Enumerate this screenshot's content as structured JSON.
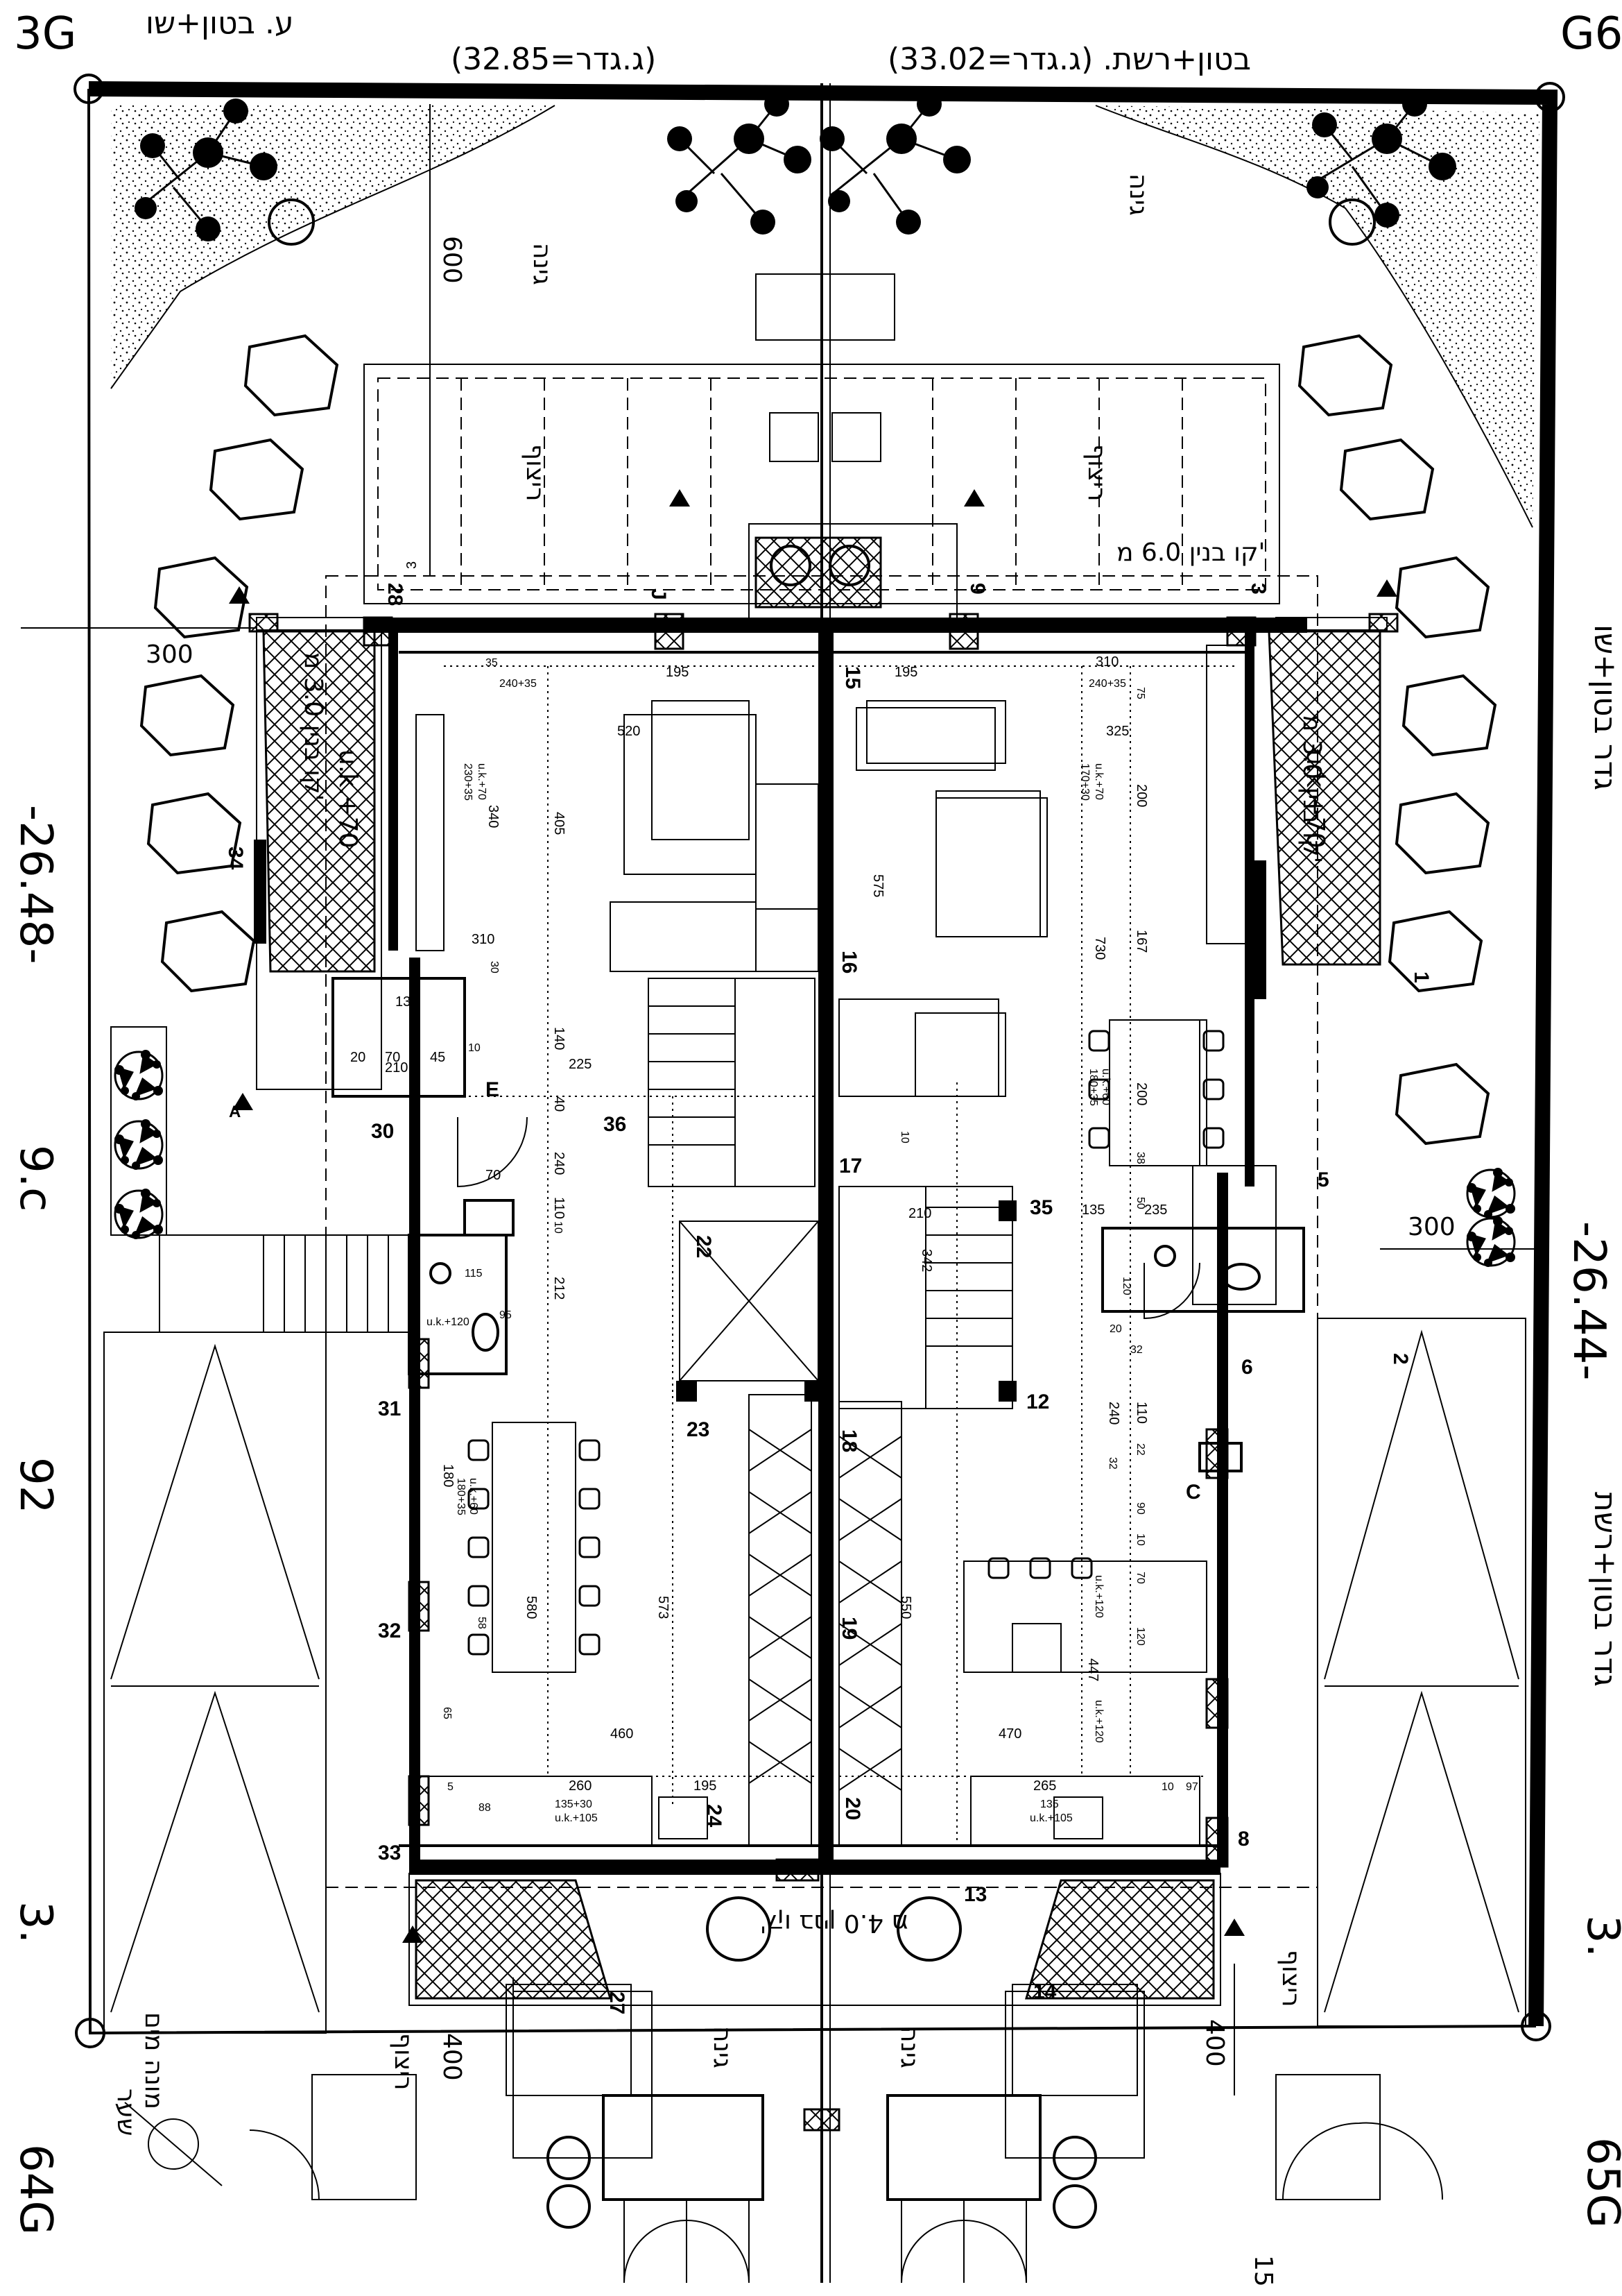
{
  "header": {
    "top_left_partial": "ע. בטון+שו",
    "top_center": "(ג.גדר=32.85)",
    "top_right": "(ג.גדר=33.02) .בטון+רשת",
    "right_side": "גדר בטון+שו",
    "right_side_lower": "גדר בטון+רשת"
  },
  "corner_labels": {
    "top_left": "3G",
    "top_right": "G6",
    "bottom_left": "64G",
    "bottom_right": "65G",
    "left_mid": "92",
    "left_upper": "9.c",
    "left_lower": "3.",
    "right_lower": "3."
  },
  "overall_dims": {
    "left": "-26.48-",
    "right": "-26.44-",
    "setback_top": "600",
    "setback_left": "300",
    "setback_right": "300",
    "setback_bottom_left": "400",
    "setback_bottom_right": "400",
    "bottom_right_num": "15"
  },
  "building_lines": {
    "top": "קו בנין 6.0 מ'",
    "bottom": "קו בנין 4.0 מ'",
    "left": "קו בנין 3.0 מ'",
    "right": "קו בנין 3.0 מ'"
  },
  "zones": {
    "garden_top_left": "גינה",
    "garden_top_right": "גינה",
    "terrace_left": "ריצוף",
    "terrace_right": "ריצוף",
    "paving_bottom_left": "ריצוף",
    "paving_bottom_right": "ריצוף",
    "garden_bottom_left": "גינה",
    "garden_bottom_right": "גינה",
    "water_meter": "מונה מים",
    "water_meter_2": "שער"
  },
  "window_notes": {
    "left_top": "u.k.+70",
    "right_top": "u.k.+70"
  },
  "room_numbers": [
    "28",
    "J",
    "9",
    "3",
    "34",
    "30",
    "36",
    "22",
    "17",
    "16",
    "15",
    "35",
    "5",
    "6",
    "2",
    "12",
    "23",
    "18",
    "19",
    "24",
    "20",
    "31",
    "32",
    "33",
    "13",
    "8",
    "27",
    "14",
    "1",
    "C",
    "E",
    "A"
  ],
  "dims_left": [
    "35",
    "240+35",
    "195",
    "520",
    "405",
    "340",
    "230+35",
    "u.k.+70",
    "310",
    "135",
    "140",
    "225",
    "210",
    "20",
    "70",
    "45",
    "10",
    "30",
    "40",
    "240",
    "110",
    "70",
    "10",
    "115",
    "212",
    "95",
    "u.k.+120",
    "180",
    "180+35",
    "u.k.+60",
    "580",
    "573",
    "460",
    "260",
    "135+30",
    "u.k.+105",
    "88",
    "195",
    "5",
    "65",
    "58"
  ],
  "dims_right": [
    "310",
    "240+35",
    "75",
    "195",
    "325",
    "200",
    "170+30",
    "u.k.+70",
    "575",
    "730",
    "167",
    "200",
    "180+35",
    "u.k.+60",
    "38",
    "50",
    "235",
    "135",
    "342",
    "210",
    "10",
    "120",
    "20",
    "32",
    "240",
    "110",
    "22",
    "32",
    "90",
    "10",
    "70",
    "120",
    "447",
    "550",
    "470",
    "265",
    "135",
    "u.k.+105",
    "97",
    "10",
    "u.k.+120",
    "u.k.+120"
  ]
}
